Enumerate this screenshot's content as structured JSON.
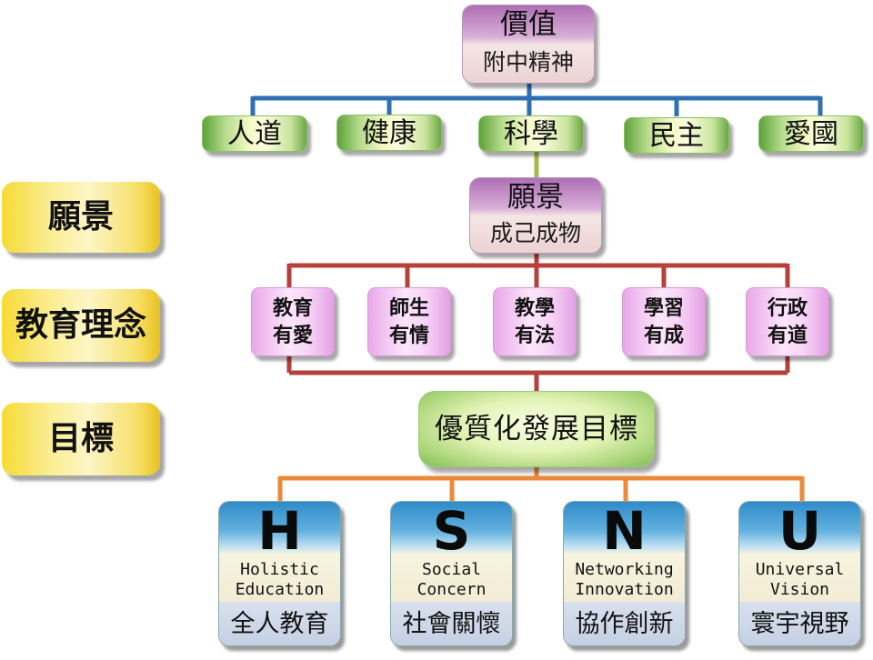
{
  "values_top": {
    "title": "價值",
    "subtitle": "附中精神"
  },
  "values": [
    "人道",
    "健康",
    "科學",
    "民主",
    "愛國"
  ],
  "vision": {
    "title": "願景",
    "subtitle": "成己成物"
  },
  "philosophy": [
    {
      "line1": "教育",
      "line2": "有愛"
    },
    {
      "line1": "師生",
      "line2": "有情"
    },
    {
      "line1": "教學",
      "line2": "有法"
    },
    {
      "line1": "學習",
      "line2": "有成"
    },
    {
      "line1": "行政",
      "line2": "有道"
    }
  ],
  "goal": "優質化發展目標",
  "side_labels": [
    "願景",
    "教育理念",
    "目標"
  ],
  "hsnu": [
    {
      "letter": "H",
      "en1": "Holistic",
      "en2": "Education",
      "zh": "全人教育"
    },
    {
      "letter": "S",
      "en1": "Social",
      "en2": "Concern",
      "zh": "社會關懷"
    },
    {
      "letter": "N",
      "en1": "Networking",
      "en2": "Innovation",
      "zh": "協作創新"
    },
    {
      "letter": "U",
      "en1": "Universal",
      "en2": "Vision",
      "zh": "寰宇視野"
    }
  ],
  "colors": {
    "values_connector": "#2f6fb3",
    "vision_stem": "#a7b84a",
    "philosophy_connector": "#b5413c",
    "goal_connector": "#ea8a3a"
  }
}
